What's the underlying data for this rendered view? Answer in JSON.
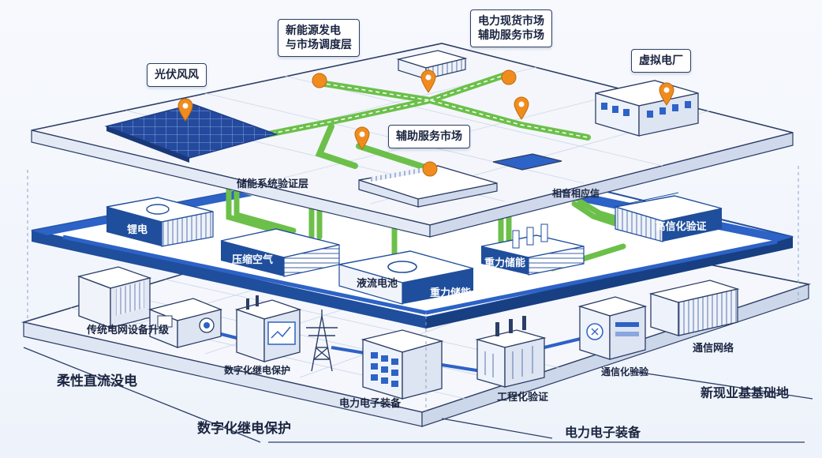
{
  "colors": {
    "navy": "#1f4e9c",
    "bright_blue": "#2d62c6",
    "green": "#6cc04a",
    "orange": "#f08c1e",
    "line": "#2c3e66",
    "panel": "#f4f6fb"
  },
  "top_layer": {
    "callouts": {
      "pv_wind": "光伏风风",
      "renewable_dispatch": [
        "新能源发电",
        "与市场调度层"
      ],
      "spot_market": [
        "电力现货市场",
        "辅助服务市场"
      ],
      "virtual_plant": "虚拟电厂",
      "ancillary_market": "辅助服务市场"
    }
  },
  "middle_layer": {
    "title": "储能系统验证层",
    "right_note": "相音相应信",
    "modules": {
      "lithium": "锂电",
      "compressed_air": "压缩空气",
      "flow_battery": "液流电池",
      "gravity_front": "重力储能",
      "gravity_right": "重力储能",
      "high_cert": "高信化验证"
    }
  },
  "bottom_layer": {
    "labels": {
      "grid_upgrade": "传统电网设备升级",
      "digital_relay_small": "数字化继电保护",
      "power_electronics_mid": "电力电子装备",
      "engineering": "工程化验证",
      "comm_test": "通信化验验",
      "comm_network": "通信网络"
    }
  },
  "outer_labels": {
    "flexible_dc": "柔性直流没电",
    "digital_relay": "数字化继电保护",
    "power_electronics": "电力电子装备",
    "new_base": "新现业基基础地"
  },
  "icons": [
    "solar-panel-icon",
    "map-pin-icon",
    "battery-icon",
    "power-tower-icon",
    "server-rack-icon",
    "transformer-icon",
    "control-panel-icon",
    "building-icon"
  ]
}
